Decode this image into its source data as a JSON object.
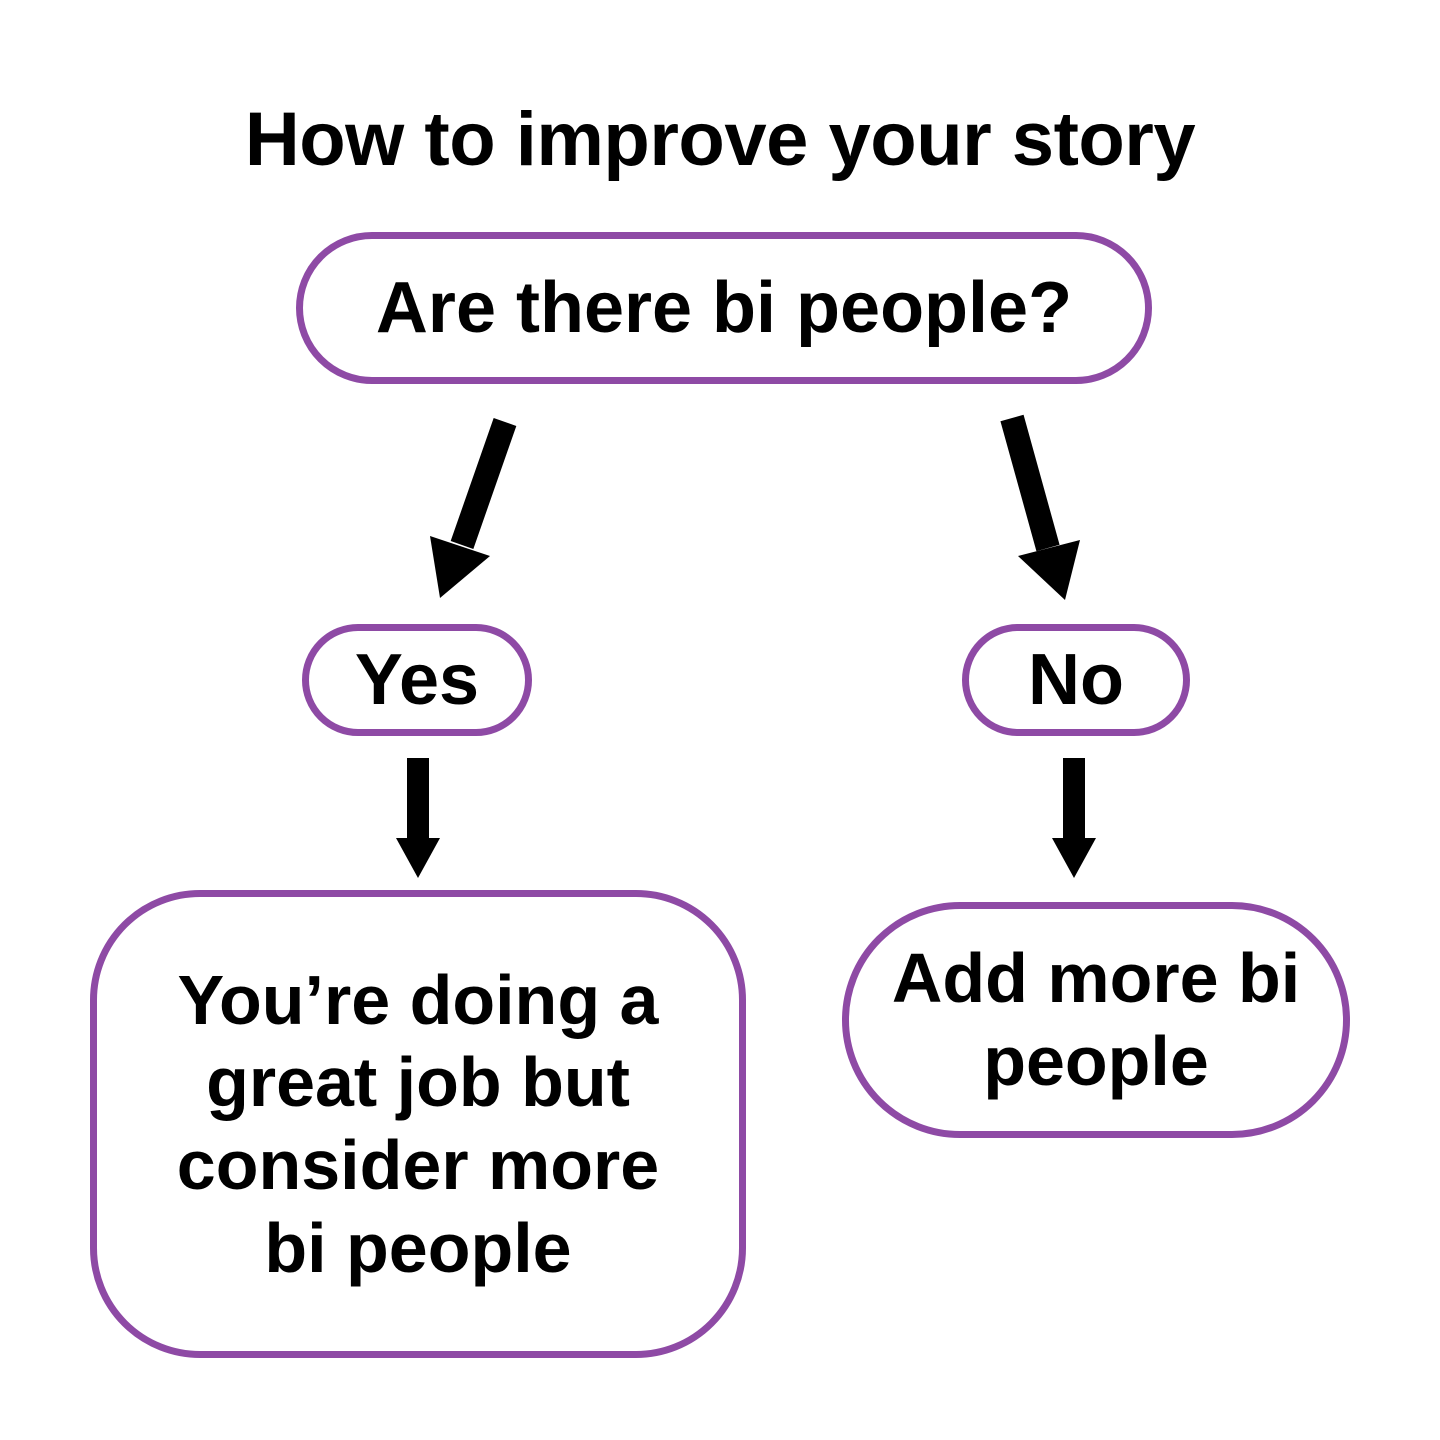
{
  "title": "How to improve your story",
  "colors": {
    "border": "#8e4aa5",
    "text": "#000000",
    "background": "#ffffff",
    "arrow": "#000000"
  },
  "nodes": {
    "question": "Are there bi people?",
    "yes": "Yes",
    "no": "No",
    "yes_result": "You’re doing a great job but consider more bi people",
    "no_result": "Add more bi people"
  }
}
